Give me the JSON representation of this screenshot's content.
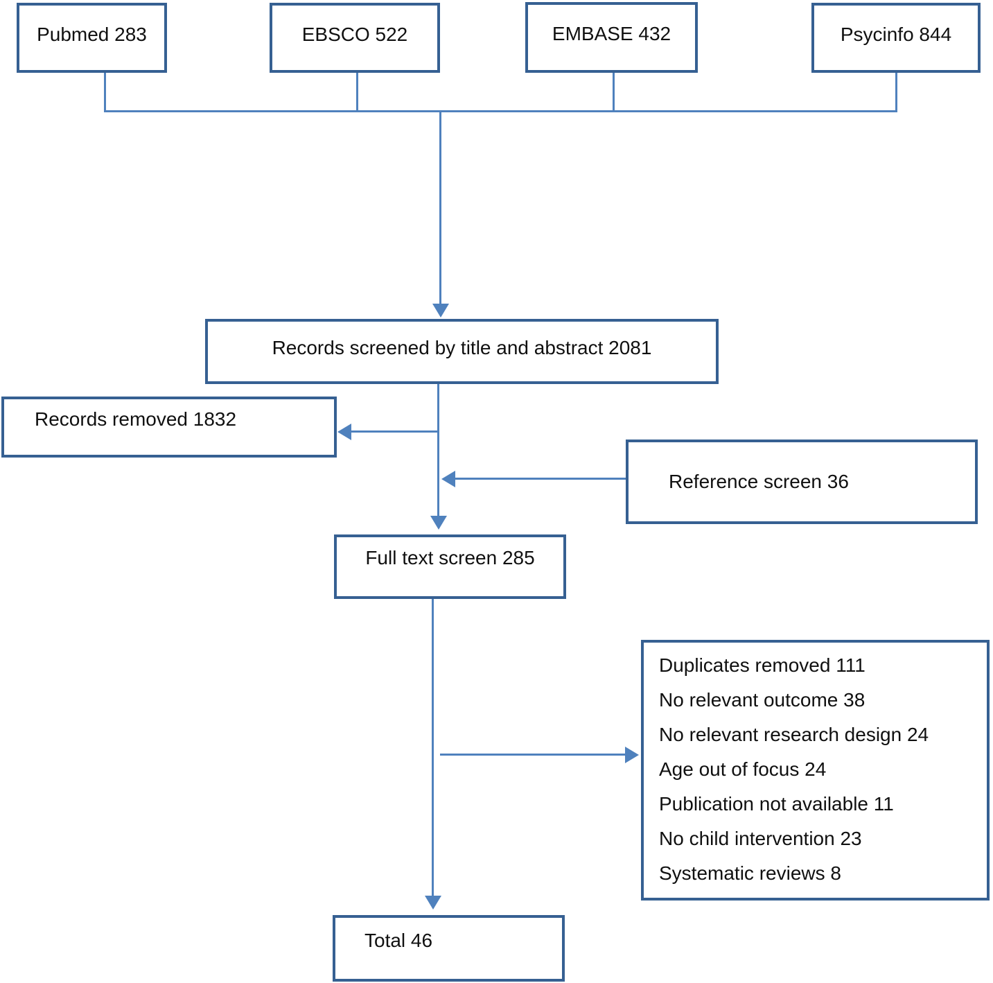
{
  "sources": [
    {
      "label": "Pubmed 283"
    },
    {
      "label": "EBSCO 522"
    },
    {
      "label": "EMBASE 432"
    },
    {
      "label": "Psycinfo 844"
    }
  ],
  "screened": {
    "label": "Records screened by title and abstract 2081"
  },
  "removed": {
    "label": "Records removed 1832"
  },
  "reference": {
    "label": "Reference screen 36"
  },
  "fulltext": {
    "label": "Full text screen 285"
  },
  "exclusions": {
    "items": [
      "Duplicates removed 111",
      "No relevant outcome 38",
      "No relevant research design 24",
      "Age out of focus 24",
      "Publication not available 11",
      "No child intervention 23",
      "Systematic reviews 8"
    ]
  },
  "total": {
    "label": "Total 46"
  },
  "colors": {
    "box_border": "#366092",
    "connector": "#4F81BD",
    "text": "#101010",
    "background": "#ffffff"
  }
}
